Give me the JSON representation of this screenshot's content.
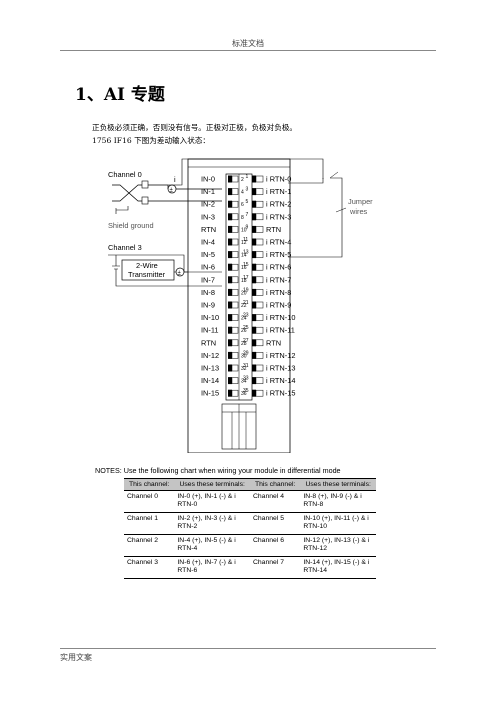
{
  "header": {
    "text": "标准文档"
  },
  "footer": {
    "text": "实用文案"
  },
  "heading": "1、AI 专题",
  "paragraphs": [
    "正负极必须正确，否则没有信号。正极对正极，负极对负极。",
    "1756 IF16 下图为差动输入状态："
  ],
  "diagram": {
    "channel0": "Channel 0",
    "current": "i",
    "shield": "Shield ground",
    "channel3": "Channel 3",
    "transmitter": [
      "2-Wire",
      "Transmitter"
    ],
    "jumper": [
      "Jumper",
      "wires"
    ],
    "left_labels": [
      "IN-0",
      "IN-1",
      "IN-2",
      "IN-3",
      "RTN",
      "IN-4",
      "IN-5",
      "IN-6",
      "IN-7",
      "IN-8",
      "IN-9",
      "IN-10",
      "IN-11",
      "RTN",
      "IN-12",
      "IN-13",
      "IN-14",
      "IN-15"
    ],
    "right_labels": [
      "i RTN-0",
      "i RTN-1",
      "i RTN-2",
      "i RTN-3",
      "RTN",
      "i RTN-4",
      "i RTN-5",
      "i RTN-6",
      "i RTN-7",
      "i RTN-8",
      "i RTN-9",
      "i RTN-10",
      "i RTN-11",
      "RTN",
      "i RTN-12",
      "i RTN-13",
      "i RTN-14",
      "i RTN-15"
    ],
    "left_numbers": [
      "2",
      "4",
      "6",
      "8",
      "10",
      "12",
      "14",
      "16",
      "18",
      "20",
      "22",
      "24",
      "26",
      "28",
      "30",
      "32",
      "34",
      "36"
    ],
    "right_numbers": [
      "1",
      "3",
      "5",
      "7",
      "9",
      "11",
      "13",
      "15",
      "17",
      "19",
      "21",
      "23",
      "25",
      "27",
      "29",
      "31",
      "33",
      "35"
    ]
  },
  "notes": "NOTES:   Use the following chart when wiring your module in differential mode",
  "table": {
    "headers": [
      "This channel:",
      "Uses these terminals:",
      "This channel:",
      "Uses these terminals:"
    ],
    "rows": [
      [
        "Channel 0",
        "IN-0 (+), IN-1 (-) & i RTN-0",
        "Channel 4",
        "IN-8 (+), IN-9 (-) & i RTN-8"
      ],
      [
        "Channel 1",
        "IN-2 (+), IN-3 (-) & i RTN-2",
        "Channel 5",
        "IN-10 (+), IN-11 (-) & i RTN-10"
      ],
      [
        "Channel 2",
        "IN-4 (+), IN-5 (-) & i RTN-4",
        "Channel 6",
        "IN-12 (+), IN-13 (-) & i RTN-12"
      ],
      [
        "Channel 3",
        "IN-6 (+), IN-7 (-) & i RTN-6",
        "Channel 7",
        "IN-14 (+), IN-15 (-) & i RTN-14"
      ]
    ]
  }
}
